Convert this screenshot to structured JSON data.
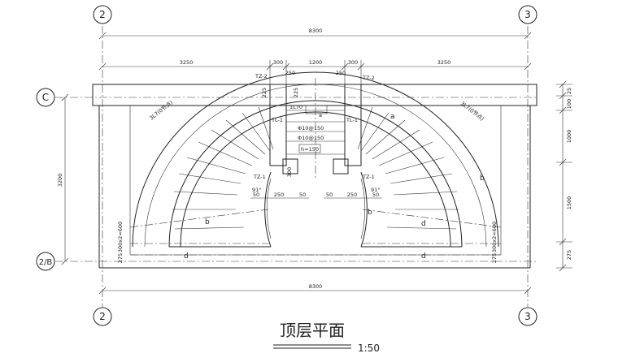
{
  "drawing": {
    "title": "顶层平面",
    "scale": "1:50",
    "axes": {
      "top_left": "2",
      "top_right": "3",
      "bottom_left": "2",
      "bottom_right": "3",
      "left_upper": "C",
      "left_lower": "2/B"
    },
    "dimensions": {
      "overall_top": "8300",
      "overall_bottom": "8300",
      "side_left": "3250",
      "side_right": "3250",
      "col_left": "300",
      "middle": "1200",
      "col_right": "300",
      "sub_left": "250",
      "sub_right": "250",
      "d225": "225",
      "left_height": "3200",
      "right_chain": [
        "25",
        "100",
        "1000",
        "1500",
        "275"
      ],
      "bot_50a": "50",
      "bot_250a": "250",
      "bot_50b": "50",
      "bot_50c": "50",
      "bot_250b": "250",
      "bot_50d": "50",
      "edge_275a": "275",
      "edge_275b": "275",
      "rail_left": "300x2=600",
      "rail_right": "300x2=600"
    },
    "labels": {
      "tz2_left": "TZ-2",
      "tz2_right": "TZ-2",
      "tz1_left": "TZ-1",
      "tz1_right": "TZ-1",
      "tl1_left": "TL-1",
      "tl1_right": "TL-1",
      "slab_a": "a",
      "rebar_1": "Φ10@150",
      "rebar_2": "Φ10@150",
      "h_label": "h=150",
      "beam": "1L70",
      "wall_left": "3L7(0节点)",
      "wall_right": "3L7(0节点)",
      "angle_left": "91°",
      "angle_right": "91°",
      "mark_a_left": "a",
      "mark_b_right": "b",
      "mark_b_lower": "b",
      "mark_d_left": "d",
      "mark_d_right": "d",
      "mark_d_bottom": "d",
      "mark_b_left": "b",
      "d300": "300"
    }
  }
}
